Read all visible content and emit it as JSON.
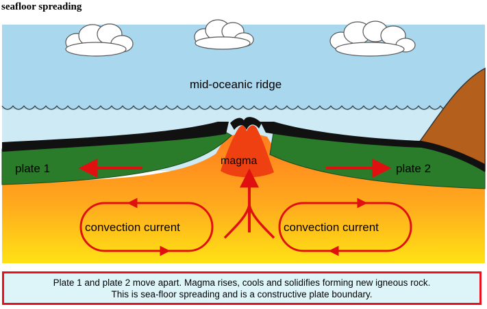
{
  "title": "seafloor spreading",
  "labels": {
    "ridge": "mid-oceanic ridge",
    "plate_left": "plate 1",
    "plate_right": "plate 2",
    "magma": "magma",
    "convection_left": "convection current",
    "convection_right": "convection current"
  },
  "caption": {
    "line1": "Plate 1 and plate 2 move apart.  Magma rises, cools and solidifies forming new igneous rock.",
    "line2": "This is sea-floor spreading and is a constructive plate boundary."
  },
  "colors": {
    "sky": "#a9d7ee",
    "sea": "#cdeaf5",
    "plate": "#2a7b2a",
    "crust": "#111111",
    "magma": "#ee4010",
    "arrow": "#e01010",
    "land": "#b4601c",
    "caption_border": "#e8101c",
    "caption_bg": "#ddf5f9"
  }
}
